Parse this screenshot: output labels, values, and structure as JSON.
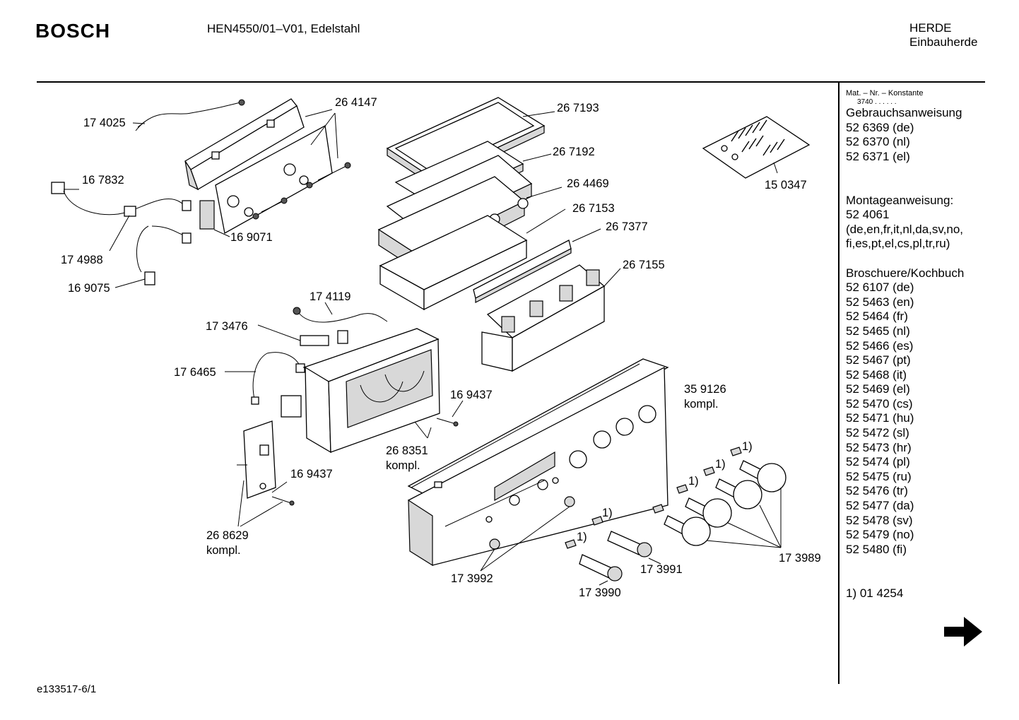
{
  "header": {
    "brand": "BOSCH",
    "model": "HEN4550/01–V01, Edelstahl",
    "category_line1": "HERDE",
    "category_line2": "Einbauherde"
  },
  "sidebar": {
    "mat_heading": "Mat. – Nr. – Konstante",
    "mat_value": "3740 . . . . . .",
    "lines_a": [
      "Gebrauchsanweisung",
      "52 6369 (de)",
      "52 6370 (nl)",
      "52 6371 (el)"
    ],
    "lines_b": [
      "Montageanweisung:",
      "52 4061",
      "(de,en,fr,it,nl,da,sv,no,",
      "fi,es,pt,el,cs,pl,tr,ru)"
    ],
    "lines_c": [
      "Broschuere/Kochbuch",
      "52 6107 (de)",
      "52 5463 (en)",
      "52 5464 (fr)",
      "52 5465 (nl)",
      "52 5466 (es)",
      "52 5467 (pt)",
      "52 5468 (it)",
      "52 5469 (el)",
      "52 5470 (cs)",
      "52 5471 (hu)",
      "52 5472 (sl)",
      "52 5473 (hr)",
      "52 5474 (pl)",
      "52 5475 (ru)",
      "52 5476 (tr)",
      "52 5477 (da)",
      "52 5478 (sv)",
      "52 5479 (no)",
      "52 5480 (fi)"
    ],
    "footnote": "1) 01 4254",
    "next_icon": "arrow-right-icon"
  },
  "diagram": {
    "labels": {
      "p174025": "17 4025",
      "p264147": "26 4147",
      "p267193": "26 7193",
      "p267192": "26 7192",
      "p264469": "26 4469",
      "p267153": "26 7153",
      "p267377": "26 7377",
      "p267155": "26 7155",
      "p150347": "15 0347",
      "p167832": "16 7832",
      "p169071": "16 9071",
      "p174988": "17 4988",
      "p169075": "16 9075",
      "p174119": "17 4119",
      "p173476": "17 3476",
      "p176465": "17 6465",
      "p169437a": "16 9437",
      "p268351": "26 8351",
      "p268351k": "kompl.",
      "p359126": "35 9126",
      "p359126k": "kompl.",
      "p169437b": "16 9437",
      "p268629": "26 8629",
      "p268629k": "kompl.",
      "p173992": "17 3992",
      "p173990": "17 3990",
      "p173991": "17 3991",
      "p173989": "17 3989",
      "fn1": "1)",
      "fn2": "1)",
      "fn3": "1)",
      "fn4": "1)",
      "fn5": "1)",
      "fn6": "1)"
    }
  },
  "footer": {
    "doc_id": "e133517-6/1"
  }
}
